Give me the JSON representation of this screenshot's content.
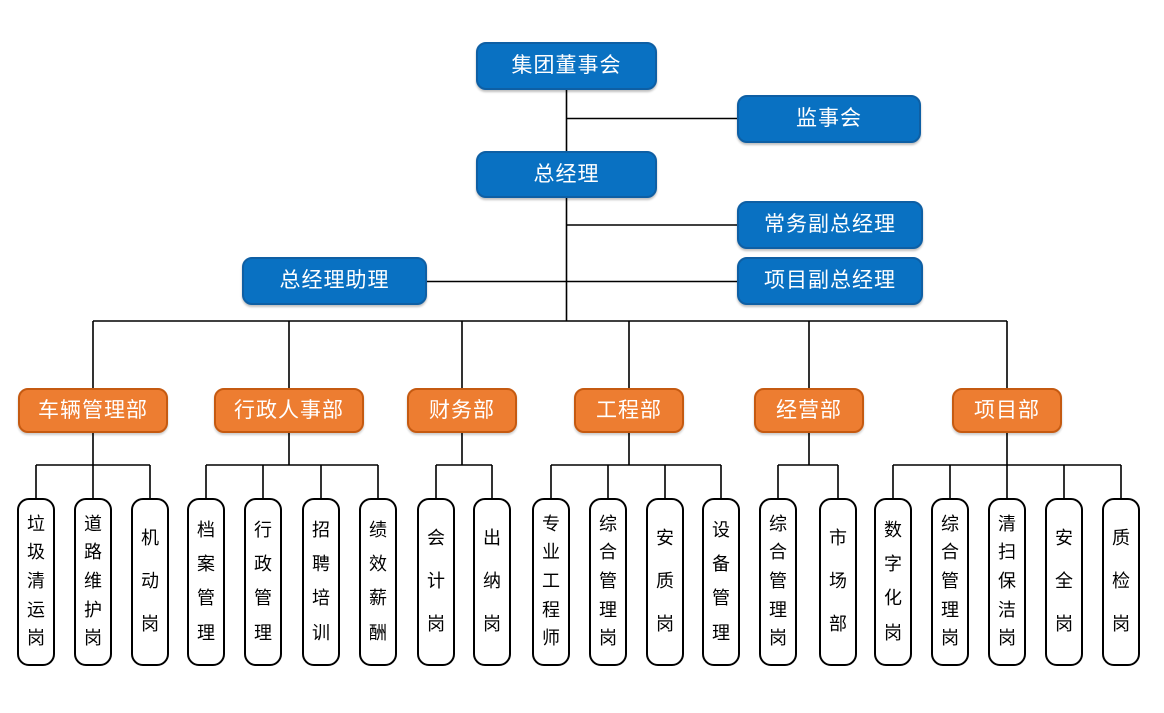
{
  "colors": {
    "box_blue": "#0971C2",
    "box_blue_border": "#0E5FA4",
    "box_orange": "#ED7D31",
    "box_orange_border": "#C55A11",
    "line_color": "#000000",
    "background": "#FFFFFF"
  },
  "org": {
    "board": {
      "label": "集团董事会"
    },
    "supervisory": {
      "label": "监事会"
    },
    "general_manager": {
      "label": "总经理"
    },
    "executive_deputy_gm": {
      "label": "常务副总经理"
    },
    "gm_assistant": {
      "label": "总经理助理"
    },
    "project_deputy_gm": {
      "label": "项目副总经理"
    },
    "departments": [
      {
        "label": "车辆管理部",
        "positions": [
          "垃圾清运岗",
          "道路维护岗",
          "机动岗"
        ]
      },
      {
        "label": "行政人事部",
        "positions": [
          "档案管理",
          "行政管理",
          "招聘培训",
          "绩效薪酬"
        ]
      },
      {
        "label": "财务部",
        "positions": [
          "会计岗",
          "出纳岗"
        ]
      },
      {
        "label": "工程部",
        "positions": [
          "专业工程师",
          "综合管理岗",
          "安质岗",
          "设备管理"
        ]
      },
      {
        "label": "经营部",
        "positions": [
          "综合管理岗",
          "市场部"
        ]
      },
      {
        "label": "项目部",
        "positions": [
          "数字化岗",
          "综合管理岗",
          "清扫保洁岗",
          "安全岗",
          "质检岗"
        ]
      }
    ]
  }
}
